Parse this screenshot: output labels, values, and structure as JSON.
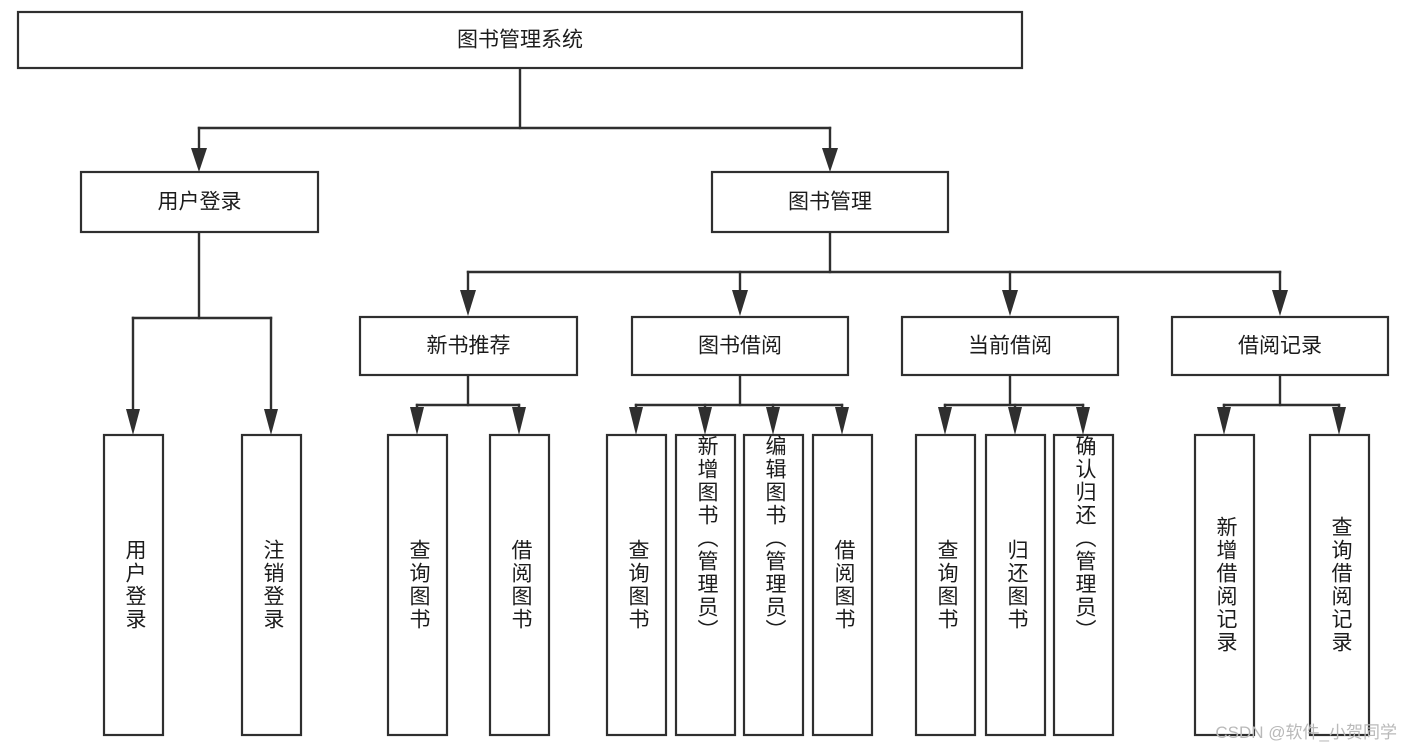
{
  "diagram": {
    "type": "tree",
    "title": "图书管理系统",
    "orientation": "top-down",
    "colors": {
      "box_fill": "#ffffff",
      "box_stroke": "#2f2f2f",
      "connector": "#2f2f2f",
      "text": "#1c1c1c",
      "watermark": "#b9b9b9",
      "background": "#ffffff"
    },
    "root": {
      "label": "图书管理系统"
    },
    "level2": [
      {
        "label": "用户登录"
      },
      {
        "label": "图书管理"
      }
    ],
    "level3": [
      {
        "label": "新书推荐"
      },
      {
        "label": "图书借阅"
      },
      {
        "label": "当前借阅"
      },
      {
        "label": "借阅记录"
      }
    ],
    "leaves": {
      "user_login": [
        {
          "label": "用户登录"
        },
        {
          "label": "注销登录"
        }
      ],
      "new_book_recommend": [
        {
          "label": "查询图书"
        },
        {
          "label": "借阅图书"
        }
      ],
      "book_borrow": [
        {
          "label": "查询图书"
        },
        {
          "label": "新增图书（管理员）"
        },
        {
          "label": "编辑图书（管理员）"
        },
        {
          "label": "借阅图书"
        }
      ],
      "current_borrow": [
        {
          "label": "查询图书"
        },
        {
          "label": "归还图书"
        },
        {
          "label": "确认归还（管理员）"
        }
      ],
      "borrow_record": [
        {
          "label": "新增借阅记录"
        },
        {
          "label": "查询借阅记录"
        }
      ]
    }
  },
  "watermark": {
    "text": "CSDN @软件_小贺同学"
  }
}
